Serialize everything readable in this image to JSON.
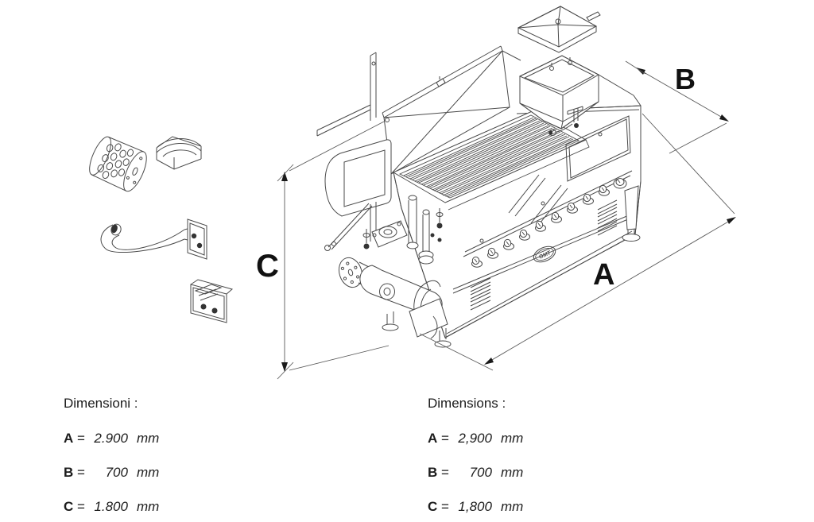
{
  "diagram": {
    "labels": {
      "a": "A",
      "b": "B",
      "c": "C"
    },
    "machine": {
      "logo_text": "GMT"
    }
  },
  "blocks": {
    "it": {
      "title": "Dimensioni :",
      "rows": [
        {
          "label": "A",
          "eq": "=",
          "value": "2.900",
          "unit": "mm"
        },
        {
          "label": "B",
          "eq": "=",
          "value": "700",
          "unit": "mm"
        },
        {
          "label": "C",
          "eq": "=",
          "value": "1.800",
          "unit": "mm"
        }
      ]
    },
    "en": {
      "title": "Dimensions :",
      "rows": [
        {
          "label": "A",
          "eq": "=",
          "value": "2,900",
          "unit": "mm"
        },
        {
          "label": "B",
          "eq": "=",
          "value": "700",
          "unit": "mm"
        },
        {
          "label": "C",
          "eq": "=",
          "value": "1,800",
          "unit": "mm"
        }
      ]
    }
  },
  "colors": {
    "line": "#4a4a4a",
    "dimension": "#5a5a5a",
    "text": "#1c1c1c",
    "background": "#ffffff"
  }
}
